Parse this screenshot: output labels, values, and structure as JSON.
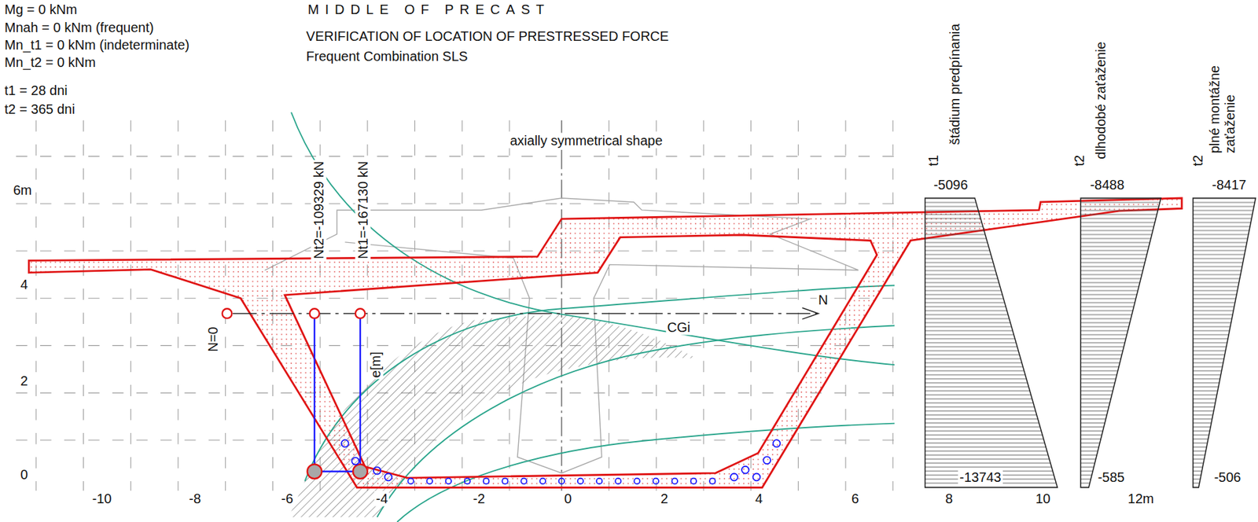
{
  "diagram": {
    "title": "MIDDLE OF PRECAST",
    "labels": [
      "Mg = 0 kNm",
      "Mnah = 0 kNm (frequent)",
      "Mn_t1 = 0 kNm (indeterminate)",
      "Mn_t2 = 0 kNm",
      "t1 = 28 dni",
      "t2 = 365 dni",
      "VERIFICATION OF LOCATION OF PRESTRESSED FORCE",
      "Frequent Combination SLS",
      "axially symmetrical shape",
      "Nt2=-109329 kN",
      "Nt1=-167130 kN",
      "N=0",
      "e[m]",
      "CGi",
      "N",
      "6m",
      "4",
      "2",
      "0",
      "-10",
      "-8",
      "-6",
      "-4",
      "-2",
      "0",
      "2",
      "4",
      "6",
      "8",
      "10",
      "12m",
      "t1",
      "štádium predpínania",
      "-5096",
      "-13743",
      "t2",
      "dlhodobé zaťaženie",
      "-8488",
      "-585",
      "t2",
      "plné montážne zaťaženie",
      "-8417",
      "-506"
    ]
  }
}
